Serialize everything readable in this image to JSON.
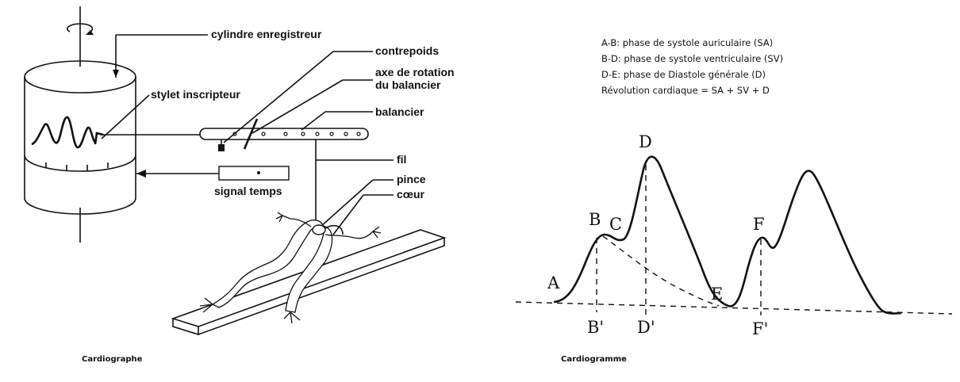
{
  "cardiographe": {
    "caption": "Cardiographe",
    "labels": {
      "cylindre": "cylindre enregistreur",
      "contrepoids": "contrepoids",
      "axe_line1": "axe de rotation",
      "axe_line2": "du balancier",
      "stylet": "stylet inscripteur",
      "balancier": "balancier",
      "fil": "fil",
      "pince": "pince",
      "coeur": "cœur",
      "signal": "signal temps"
    }
  },
  "cardiogramme": {
    "caption": "Cardiogramme",
    "legend": [
      "A-B: phase de systole auriculaire (SA)",
      "B-D: phase de systole ventriculaire (SV)",
      "D-E: phase de Diastole générale (D)",
      "Révolution cardiaque = SA + SV + D"
    ],
    "points": {
      "A": "A",
      "B": "B",
      "C": "C",
      "D": "D",
      "E": "E",
      "F": "F",
      "B_prime": "B'",
      "D_prime": "D'",
      "F_prime": "F'"
    }
  }
}
